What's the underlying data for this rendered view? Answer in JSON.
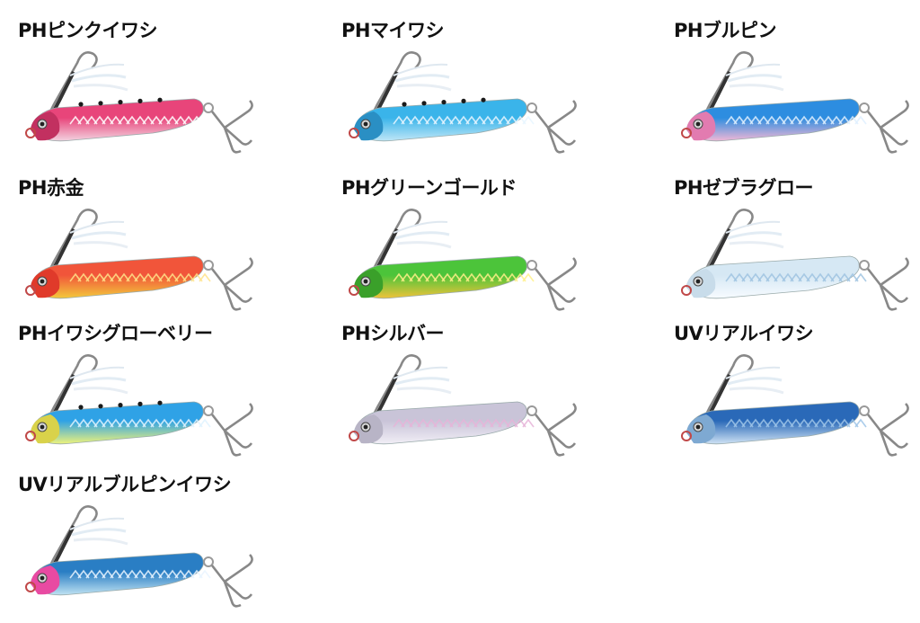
{
  "colors": [
    {
      "label": "PHピンクイワシ",
      "icon": "lure-icon",
      "back": "#e8457a",
      "belly": "#f3d2e0",
      "pattern": "#ffffff",
      "head": "#c23060",
      "dots": true
    },
    {
      "label": "PHマイワシ",
      "icon": "lure-icon",
      "back": "#3ab4ea",
      "belly": "#bfe7f7",
      "pattern": "#e8f6ff",
      "head": "#2a8fc4",
      "dots": true
    },
    {
      "label": "PHブルピン",
      "icon": "lure-icon",
      "back": "#2d8de0",
      "belly": "#f1b7d6",
      "pattern": "#dff0ff",
      "head": "#e27bb0",
      "dots": false
    },
    {
      "label": "PH赤金",
      "icon": "lure-icon",
      "back": "#f1553a",
      "belly": "#f3c93c",
      "pattern": "#ffe38a",
      "head": "#e03a2a",
      "dots": false
    },
    {
      "label": "PHグリーンゴールド",
      "icon": "lure-icon",
      "back": "#4cc43a",
      "belly": "#efc33a",
      "pattern": "#fff08a",
      "head": "#3aa02a",
      "dots": false
    },
    {
      "label": "PHゼブラグロー",
      "icon": "lure-icon",
      "back": "#d6e8f4",
      "belly": "#f7fbff",
      "pattern": "#9fc3e0",
      "head": "#c8dcea",
      "dots": false
    },
    {
      "label": "PHイワシグローベリー",
      "icon": "lure-icon",
      "back": "#2fa2e6",
      "belly": "#eef37a",
      "pattern": "#dff3ff",
      "head": "#d9d24a",
      "dots": true
    },
    {
      "label": "PHシルバー",
      "icon": "lure-icon",
      "back": "#c9c4d8",
      "belly": "#f1eef6",
      "pattern": "#e6b4d8",
      "head": "#b8b4c6",
      "dots": false
    },
    {
      "label": "UVリアルイワシ",
      "icon": "lure-icon",
      "back": "#2a69b8",
      "belly": "#cfe2f4",
      "pattern": "#9ec4e8",
      "head": "#7ea9d2",
      "dots": false
    },
    {
      "label": "UVリアルブルピンイワシ",
      "icon": "lure-icon",
      "back": "#2a7ec4",
      "belly": "#bfe2f2",
      "pattern": "#e9f4ff",
      "head": "#e84aa2",
      "dots": false
    }
  ]
}
